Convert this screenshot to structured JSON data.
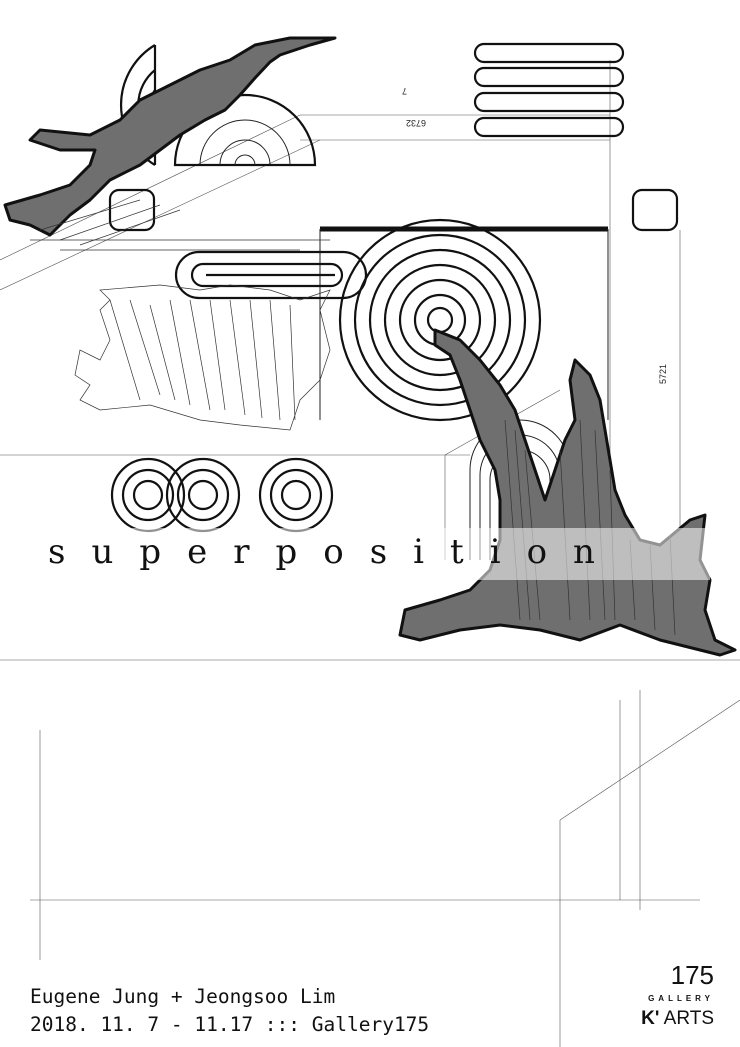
{
  "poster": {
    "title": "superposition",
    "artists": "Eugene Jung + Jeongsoo Lim",
    "dates": "2018. 11. 7 - 11.17 ::: Gallery175"
  },
  "dimension_labels": {
    "top": "6732",
    "top_small": "7",
    "right": "5721"
  },
  "logo": {
    "number": "175",
    "gallery": "GALLERY",
    "k_mark": "K'",
    "arts": "ARTS"
  },
  "colors": {
    "ink": "#111111",
    "blot": "#6f6f6f",
    "paper": "#ffffff"
  }
}
